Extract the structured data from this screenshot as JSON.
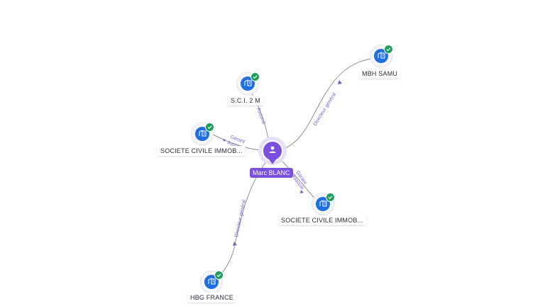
{
  "center": {
    "name": "Marc BLANC",
    "icon": "person-icon",
    "color": "#7b4fe0"
  },
  "companies": [
    {
      "id": "mbh",
      "name": "MBH SAMU",
      "icon": "building-icon",
      "verified": true
    },
    {
      "id": "sci2m",
      "name": "S.C.I. 2 M",
      "icon": "building-icon",
      "verified": true
    },
    {
      "id": "sci1",
      "name": "SOCIETE CIVILE IMMOB...",
      "icon": "building-icon",
      "verified": true
    },
    {
      "id": "sci2",
      "name": "SOCIETE CIVILE IMMOB...",
      "icon": "building-icon",
      "verified": true
    },
    {
      "id": "hbg",
      "name": "HBG FRANCE",
      "icon": "building-icon",
      "verified": true
    }
  ],
  "edges": [
    {
      "to": "mbh",
      "label": "Directeur général"
    },
    {
      "to": "sci2m",
      "label": "Associé"
    },
    {
      "to": "sci1",
      "label": "Gérant",
      "label2": "Associé"
    },
    {
      "to": "sci2",
      "label": "Gérant",
      "label2": "Associé"
    },
    {
      "to": "hbg",
      "label": "Directeur général"
    }
  ],
  "colors": {
    "company_node": "#1f6fe0",
    "verified_badge": "#1e9e5a",
    "edge_label": "#7b5ccf"
  }
}
